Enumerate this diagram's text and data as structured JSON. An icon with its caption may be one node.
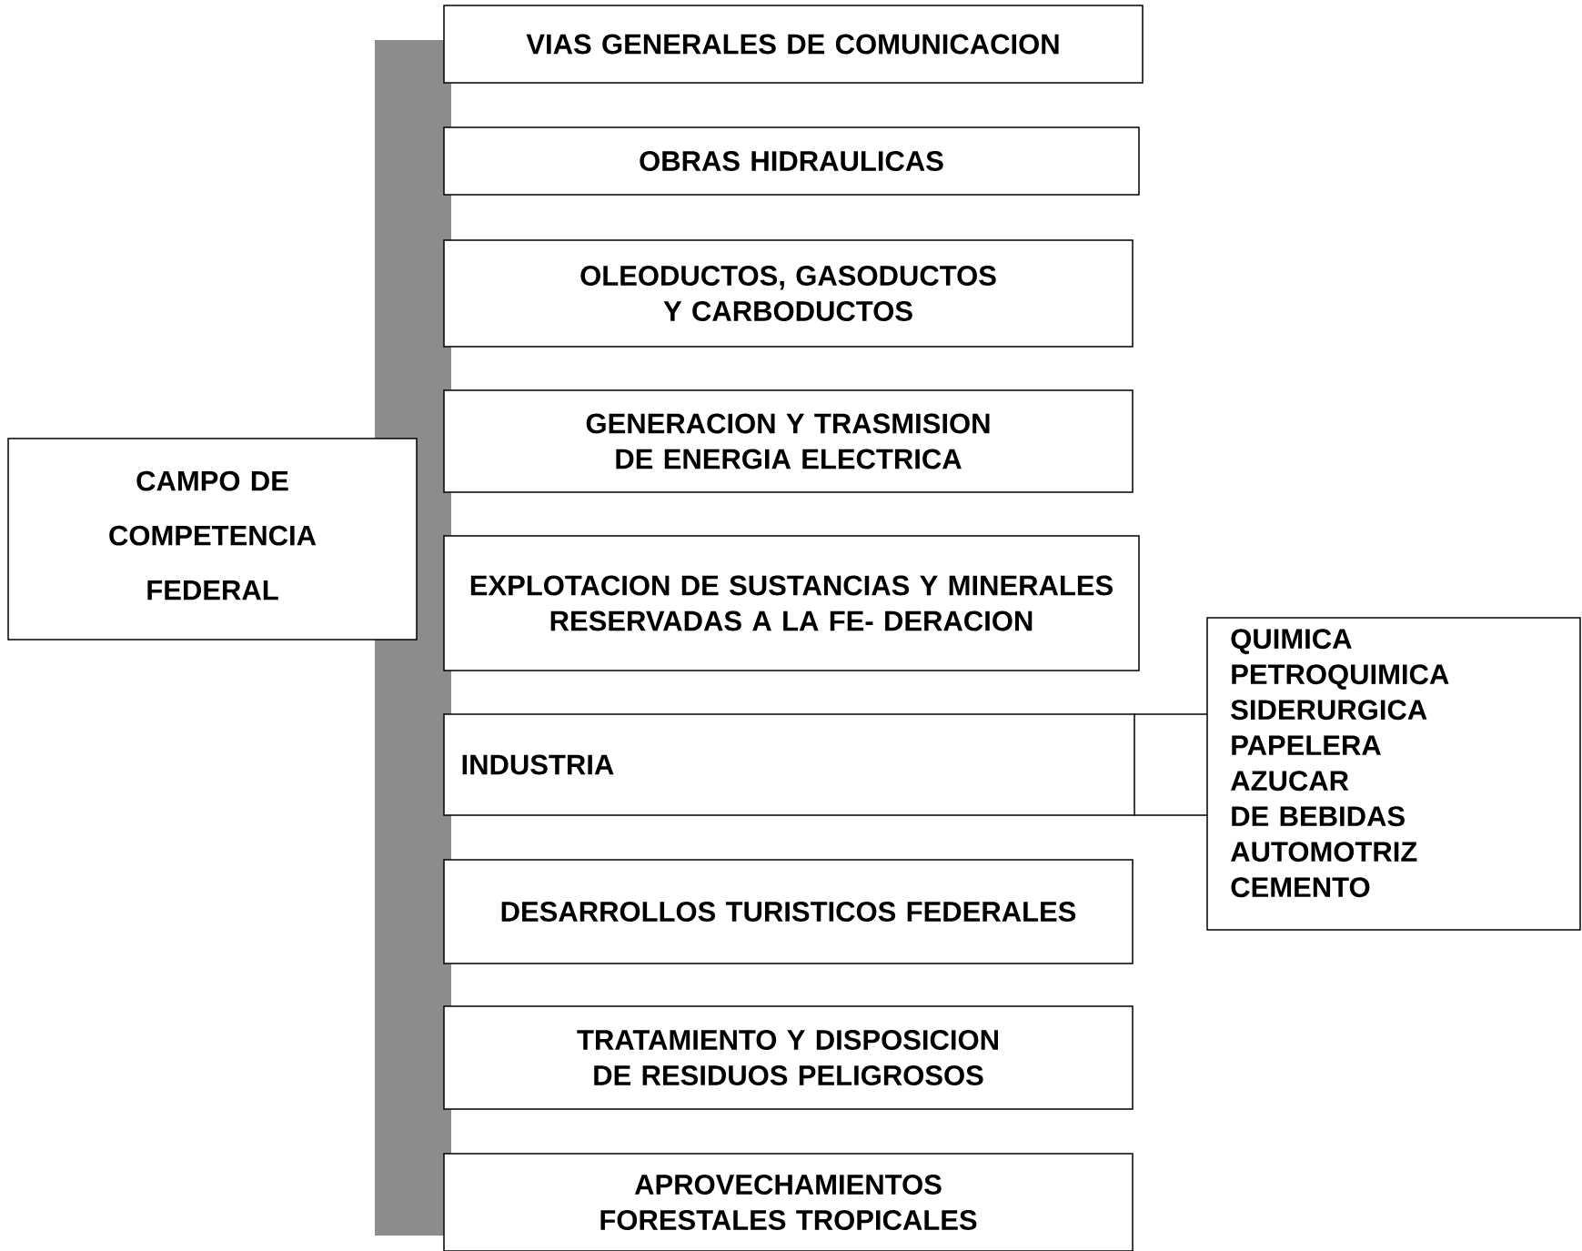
{
  "diagram": {
    "nodes": [
      {
        "text": [
          "CAMPO DE COMPETENCIA FEDERAL"
        ]
      },
      {
        "text": [
          "VIAS GENERALES DE COMUNICACION"
        ]
      },
      {
        "text": [
          "OBRAS HIDRAULICAS"
        ]
      },
      {
        "text": [
          "OLEODUCTOS, GASODUCTOS Y CARBODUCTOS"
        ]
      },
      {
        "text": [
          "GENERACION Y TRASMISION DE ENERGIA ELECTRICA"
        ]
      },
      {
        "text": [
          "EXPLOTACION DE SUSTANCIAS Y MINERALES RESERVADAS A LA FE- DERACION"
        ]
      },
      {
        "text": [
          "INDUSTRIA"
        ]
      },
      {
        "text": [
          "DESARROLLOS TURISTICOS FEDERALES"
        ]
      },
      {
        "text": [
          "TRATAMIENTO Y DISPOSICION DE RESIDUOS PELIGROSOS"
        ]
      },
      {
        "text": [
          "APROVECHAMIENTOS FORESTALES TROPICALES"
        ]
      },
      {
        "text": [
          "QUIMICA",
          "PETROQUIMICA",
          "SIDERURGICA",
          "PAPELERA",
          "AZUCAR",
          "DE BEBIDAS",
          "AUTOMOTRIZ",
          "CEMENTO"
        ]
      },
      {
        "text": [],
        "shape": "bar"
      }
    ],
    "edges": [
      {
        "from": 6,
        "to": 10,
        "arrow": "none"
      }
    ]
  }
}
